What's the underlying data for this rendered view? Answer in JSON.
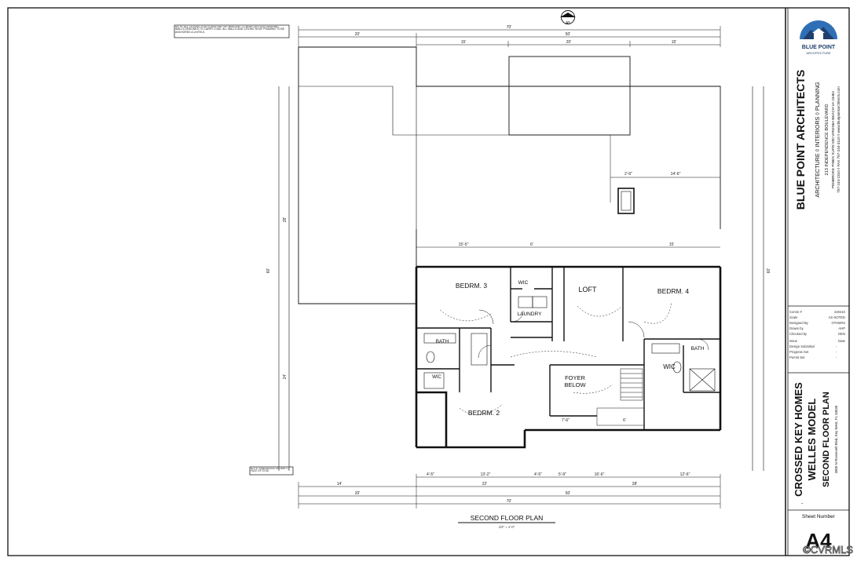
{
  "plan": {
    "title": "SECOND FLOOR PLAN",
    "scale": "1/4\" = 1'-0\"",
    "north_label": "A5",
    "rooms": {
      "bedrm3": "BEDRM. 3",
      "bedrm4": "BEDRM. 4",
      "bedrm2": "BEDRM. 2",
      "loft": "LOFT",
      "laundry": "LAUNDRY",
      "foyer_line1": "FOYER",
      "foyer_line2": "BELOW",
      "wic_left": "WIC",
      "wic_right": "WIC",
      "wic_lower": "WIC",
      "bath_left": "BATH",
      "bath_right": "BATH"
    },
    "dims": {
      "top_overall": "70'",
      "top_left": "20'",
      "top_mid": "50'",
      "top_sub1": "15'",
      "top_sub2": "20'",
      "top_sub3": "15'",
      "bot_overall": "70'",
      "bot_left": "20'",
      "bot_mid": "50'",
      "bot_14": "14'",
      "bot_22": "22'",
      "bot_28": "28'",
      "right_60": "60'",
      "left_60": "60'",
      "left_28": "28'",
      "left_24": "24'",
      "r_15_5": "15'-5\"",
      "r_6": "6'",
      "r_15": "15'",
      "b_4_5": "4'-5\"",
      "b_13_2": "13'-2\"",
      "b_4_5b": "4'-5\"",
      "b_5_9": "5'-9\"",
      "b_16_6": "16'-6\"",
      "b_12_6": "12'-6\"",
      "d_14_6": "14'-6\"",
      "d_2_6": "2'-6\"",
      "d_7_6": "7'-6\"",
      "d_6": "6'"
    },
    "notes": {
      "top_note": "NOTE: ALL CEILING JOISTS AND RAFTER BRACING TO BEAR ON FOOD BEARING WALLS DESIGNED TO CARRY LOAD. ALL WALLS AND CEILING ROOF FRAMING TO BE ANCHORED & LINTELS.",
      "left_note": "NOTE: DIMENSIONS SHOWN TO FACE OF STUD"
    }
  },
  "title_block": {
    "logo_name": "BLUE POINT",
    "logo_sub": "ARCHITECTURE",
    "firm": "BLUE POINT ARCHITECTS",
    "services": "ARCHITECTURE ◊ INTERIORS ◊ PLANNING",
    "address": "213 INDEPENDENCE BOULEVARD",
    "address2": "PEMBROKE PINES SUITE 500 VIRGINIA BEACH VA 23462",
    "contact": "757-244-2310 ◊ FAX 757-244-3110 ◊ www.bluepointarchitects.com",
    "info": [
      {
        "label": "Comm #",
        "value": "240410"
      },
      {
        "label": "Scale",
        "value": "AS NOTED"
      },
      {
        "label": "Designed By",
        "value": "OTHERS"
      },
      {
        "label": "Drawn by",
        "value": "AHP"
      },
      {
        "label": "Checked by",
        "value": "DEN"
      },
      {
        "label": "Issue",
        "value": "Date"
      },
      {
        "label": "Design Submittal",
        "value": "-"
      },
      {
        "label": "Progress Set",
        "value": "-"
      },
      {
        "label": "Permit Set",
        "value": "-"
      }
    ],
    "project_line1": "CROSSED KEY HOMES",
    "project_line2": "WELLES MODEL",
    "project_line3": "SECOND FLOOR PLAN",
    "project_addr": "3506 N Roosevelt Blvd, Key West, FL 33040",
    "dash": "-",
    "sheet_number_label": "Sheet Number",
    "sheet_number": "A4"
  },
  "watermark": "©CVRMLS",
  "colors": {
    "ink": "#111111",
    "logo_blue": "#2f6fb6",
    "logo_dark": "#1e3f6e"
  }
}
